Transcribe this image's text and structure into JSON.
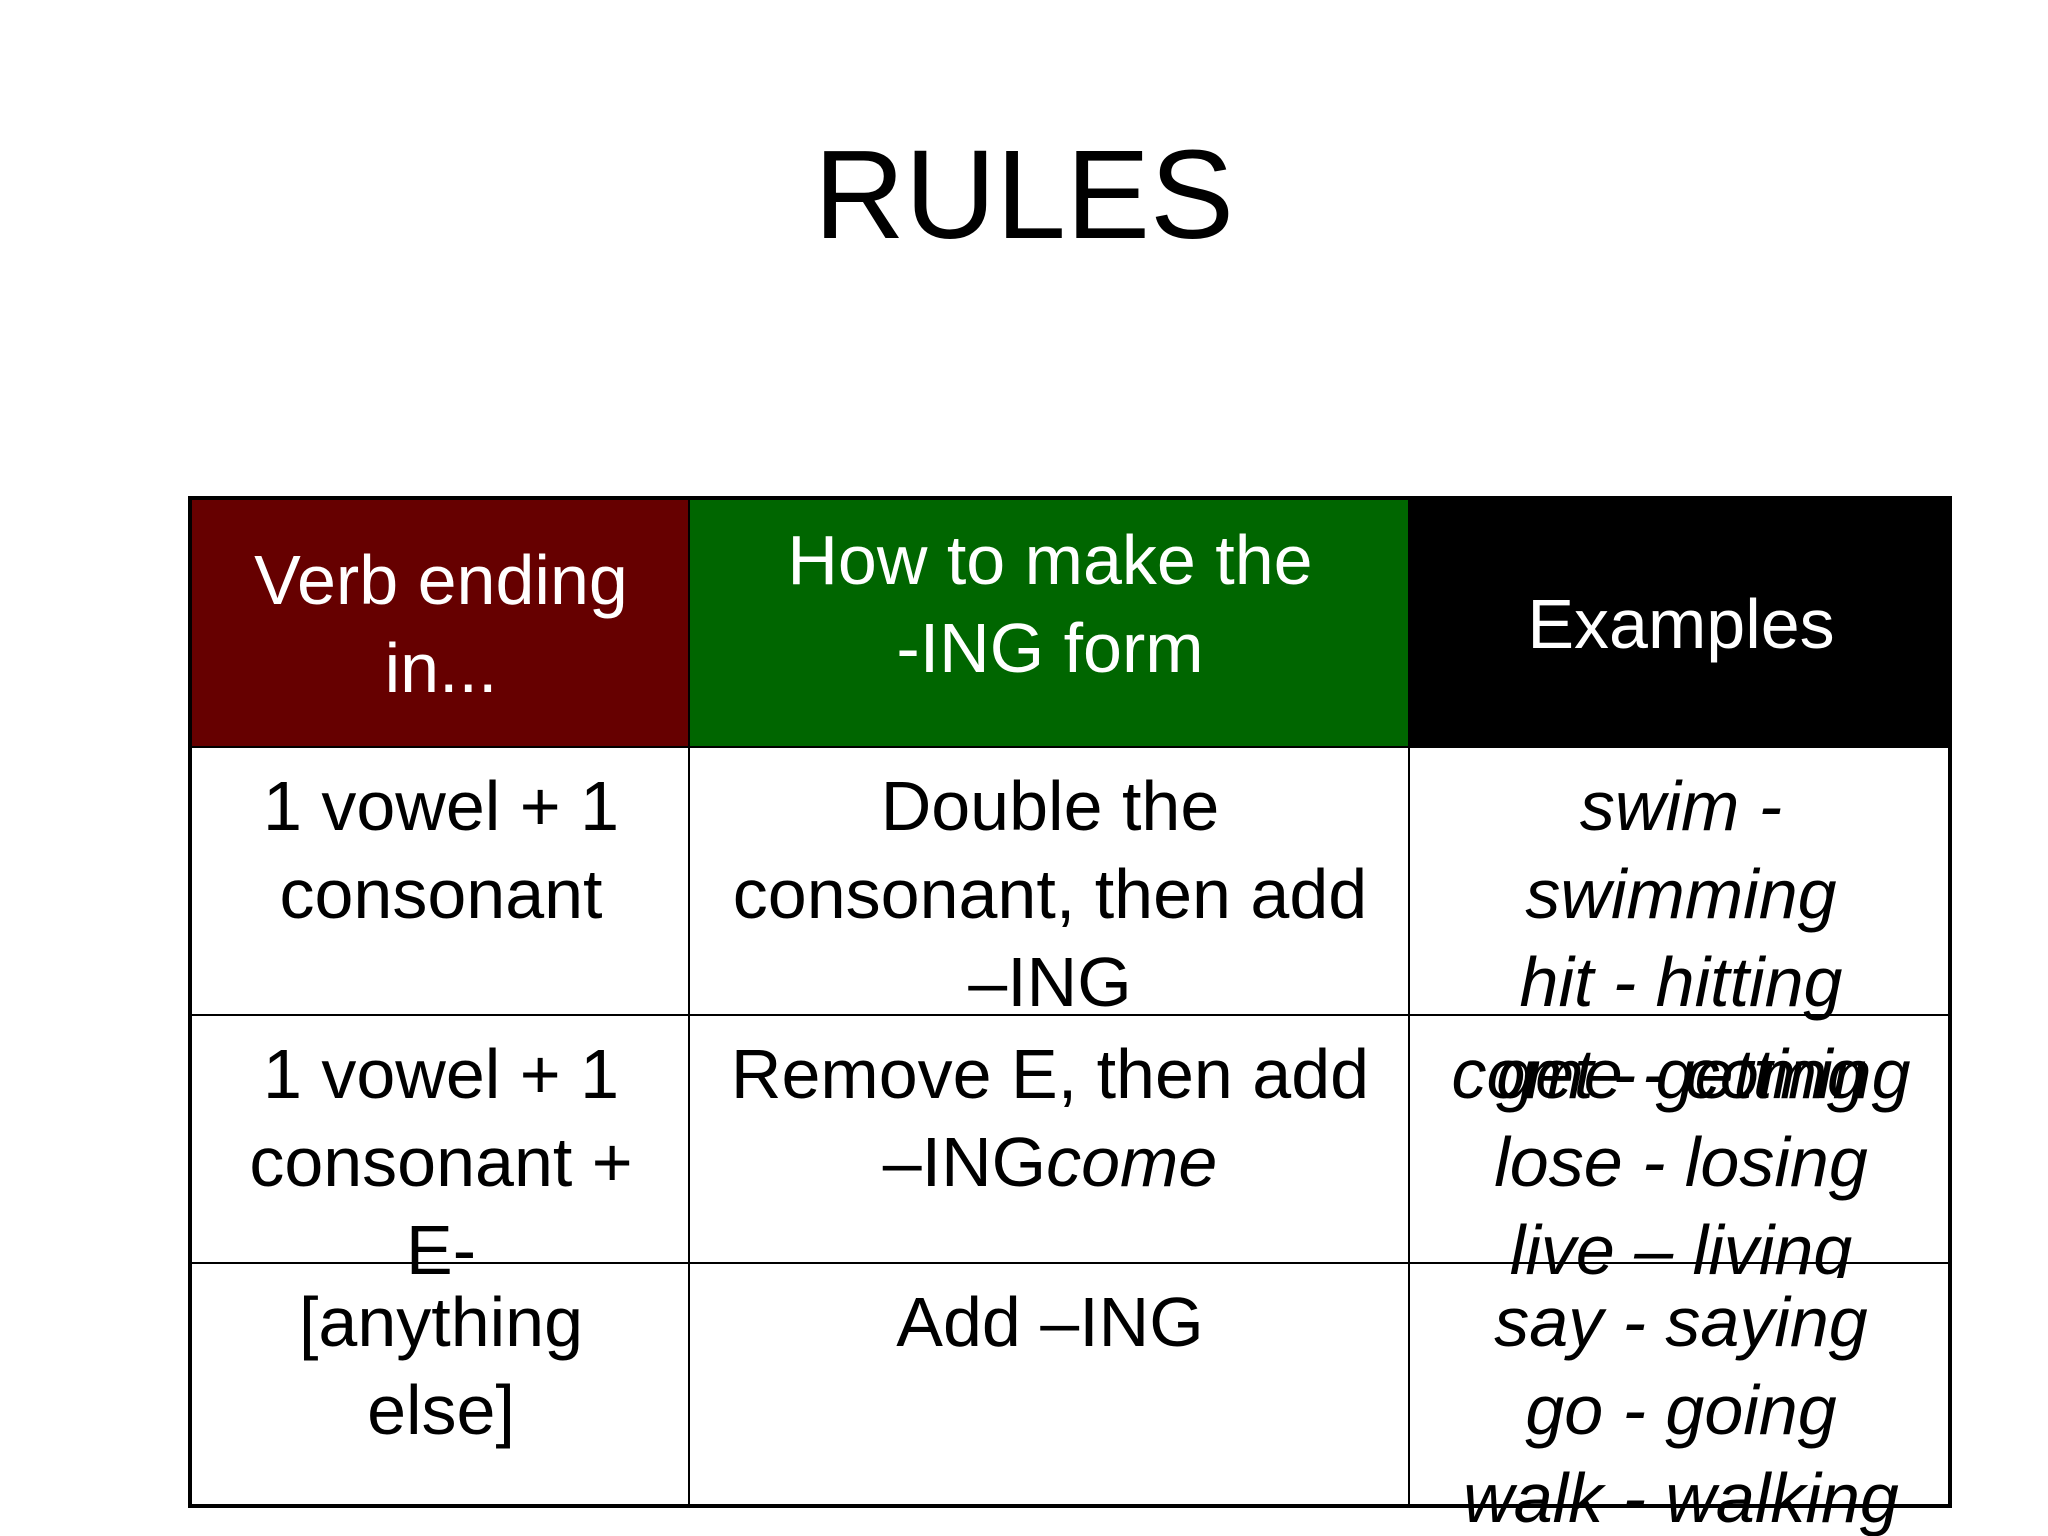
{
  "title": "RULES",
  "table": {
    "headers": [
      "Verb ending in...",
      "How to make the -ING form",
      "Examples"
    ],
    "header_colors": [
      "#660000",
      "#006600",
      "#000000"
    ],
    "header_lines": [
      [
        "Verb ending",
        "in..."
      ],
      [
        "How to make the",
        "-ING form"
      ],
      [
        "Examples"
      ]
    ],
    "rows": [
      {
        "ending_lines": [
          "1 vowel + 1",
          "consonant"
        ],
        "rule_lines": [
          "Double the",
          "consonant, then add",
          "–ING"
        ],
        "examples": [
          "swim -",
          "swimming",
          "hit - hitting",
          "get - getting"
        ]
      },
      {
        "ending_lines": [
          "1 vowel + 1",
          "consonant +",
          "E-"
        ],
        "rule_lines": [
          "Remove E, then add",
          "–ING"
        ],
        "rule_italic_tail": "come",
        "examples": [
          "come - coming",
          "lose - losing",
          "live – living"
        ]
      },
      {
        "ending_lines": [
          "[anything",
          "else]"
        ],
        "rule_lines": [
          "Add –ING"
        ],
        "examples": [
          "say - saying",
          "go - going",
          "walk - walking"
        ]
      }
    ]
  }
}
